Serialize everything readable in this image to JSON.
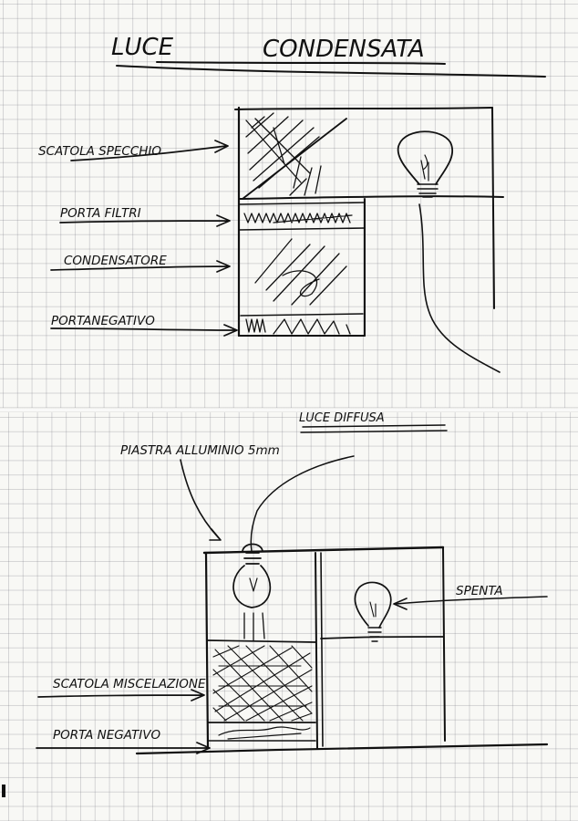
{
  "ink_color": "#111111",
  "paper_color": "#f8f8f5",
  "grid_color": "#8c8c96",
  "top_sketch": {
    "title_left": "LUCE",
    "title_right": "CONDENSATA",
    "labels": {
      "mirror_box": "SCATOLA SPECCHIO",
      "filter_holder": "PORTA FILTRI",
      "condenser": "CONDENSATORE",
      "negative_holder": "PORTANEGATIVO"
    }
  },
  "bottom_sketch": {
    "title": "LUCE DIFFUSA",
    "labels": {
      "aluminium_plate": "PIASTRA ALLUMINIO 5mm",
      "off": "SPENTA",
      "mixing_box": "SCATOLA MISCELAZIONE",
      "negative_holder": "PORTA NEGATIVO"
    }
  }
}
